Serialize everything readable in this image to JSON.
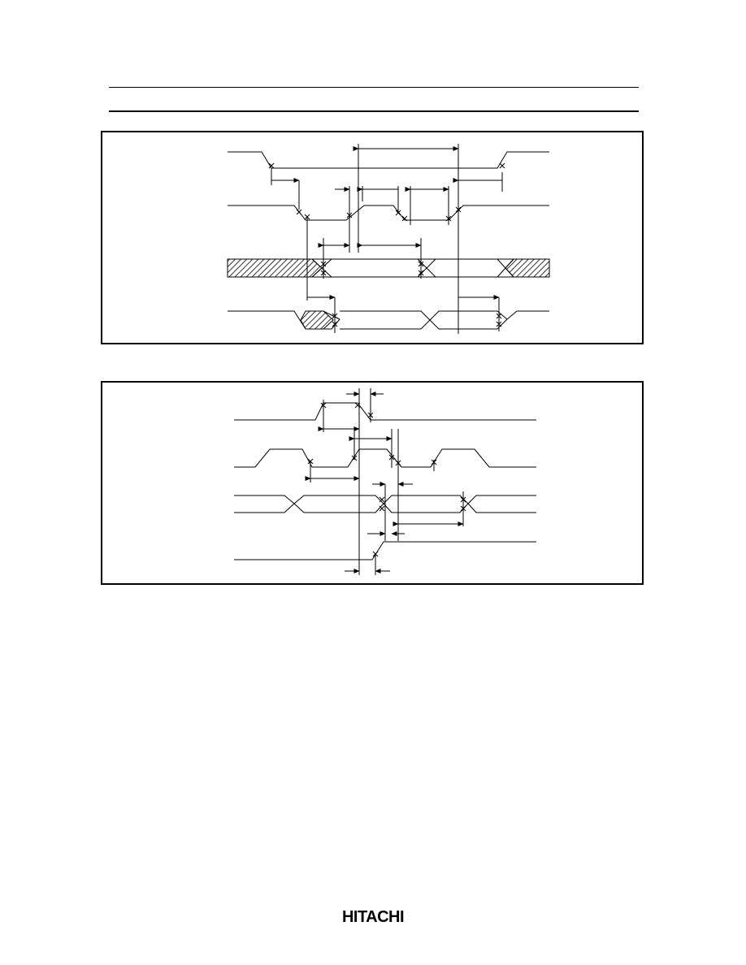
{
  "page": {
    "footer_logo": "HITACHI"
  },
  "diagrams": [
    {
      "id": "timing-diagram-1",
      "signal_count": 4
    },
    {
      "id": "timing-diagram-2",
      "signal_count": 4
    }
  ]
}
